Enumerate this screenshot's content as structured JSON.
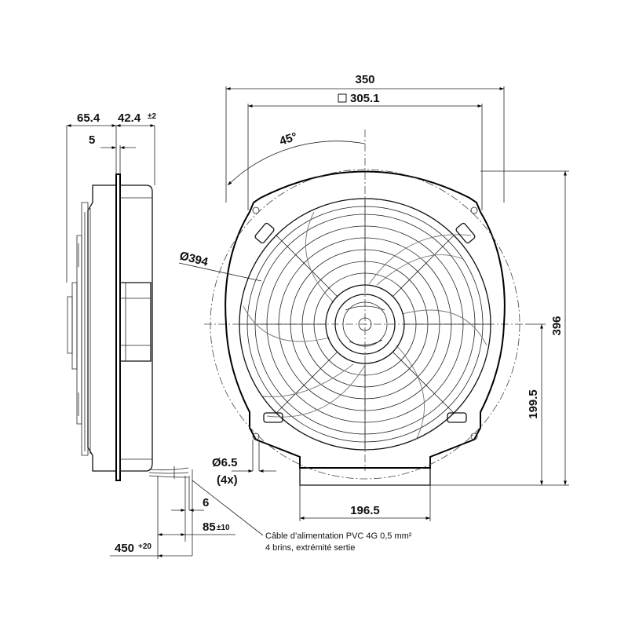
{
  "dimensions": {
    "front_width": "350",
    "square_size": "305.1",
    "angle": "45°",
    "diameter": "Ø394",
    "height_total": "396",
    "height_center": "199.5",
    "hole_diameter": "Ø6.5",
    "hole_count": "(4x)",
    "base_width": "196.5",
    "side_depth": "65.4",
    "side_depth2": "42.4",
    "side_depth2_tol": "±2",
    "side_offset": "5",
    "cable_offset": "6",
    "cable_strip": "85",
    "cable_strip_tol": "±10",
    "cable_length": "450",
    "cable_length_tol": "+20"
  },
  "cable_note": {
    "line1": "Câble d’alimentation PVC 4G 0,5 mm²",
    "line2": "4 brins, extrémité sertie"
  }
}
